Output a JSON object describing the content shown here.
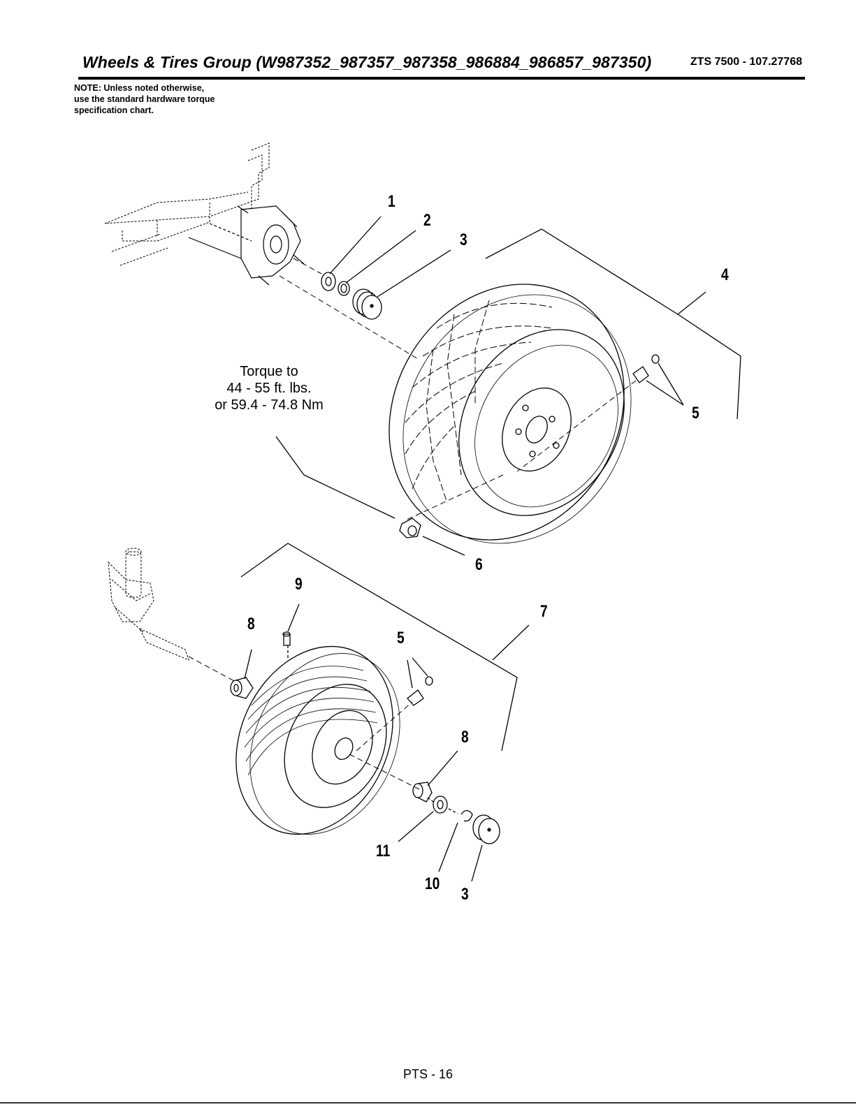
{
  "header": {
    "title": "Wheels & Tires Group (W987352_987357_987358_986884_986857_987350)",
    "model": "ZTS 7500 - 107.27768"
  },
  "note": {
    "lines": [
      "NOTE: Unless noted otherwise,",
      "use the standard hardware torque",
      "specification chart."
    ]
  },
  "torque_spec": {
    "lines": [
      "Torque to",
      "44 - 55 ft. lbs.",
      "or 59.4 - 74.8 Nm"
    ]
  },
  "callouts": {
    "c1": "1",
    "c2": "2",
    "c3a": "3",
    "c4": "4",
    "c5a": "5",
    "c6": "6",
    "c7": "7",
    "c8a": "8",
    "c9": "9",
    "c5b": "5",
    "c8b": "8",
    "c11": "11",
    "c10": "10",
    "c3b": "3"
  },
  "footer": {
    "page": "PTS - 16"
  }
}
